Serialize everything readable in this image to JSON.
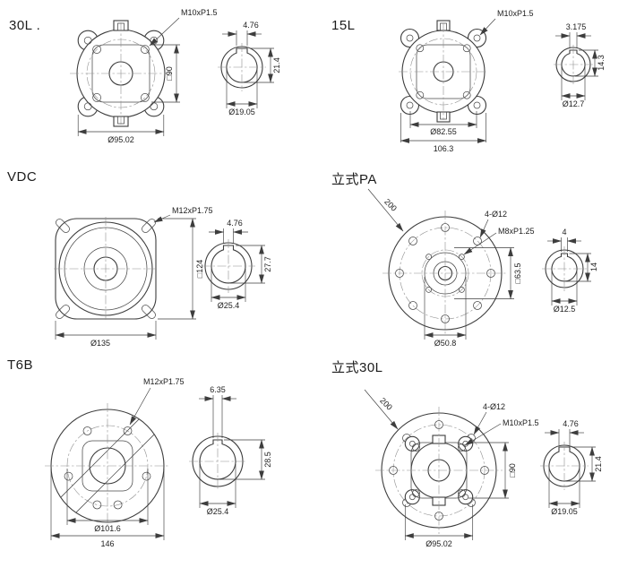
{
  "panels": [
    {
      "label": "30L .",
      "front": {
        "thread": "M10xP1.5",
        "square": "□90",
        "diameter": "Ø95.02"
      },
      "side": {
        "key": "4.76",
        "height": "21.4",
        "bore": "Ø19.05"
      }
    },
    {
      "label": "15L",
      "front": {
        "thread": "M10xP1.5",
        "bolt_circle": "Ø82.55",
        "width": "106.3"
      },
      "side": {
        "key": "3.175",
        "height": "14.3",
        "bore": "Ø12.7"
      }
    },
    {
      "label": "VDC",
      "front": {
        "thread": "M12xP1.75",
        "square": "□124",
        "diameter": "Ø135"
      },
      "side": {
        "key": "4.76",
        "height": "27.7",
        "bore": "Ø25.4"
      }
    },
    {
      "label": "立式PA",
      "front": {
        "outer": "200",
        "holes": "4-Ø12",
        "thread": "M8xP1.25",
        "square": "□63.5",
        "pilot": "Ø50.8"
      },
      "side": {
        "key": "4",
        "height": "14",
        "bore": "Ø12.5"
      }
    },
    {
      "label": "T6B",
      "front": {
        "thread": "M12xP1.75",
        "bolt_circle": "Ø101.6",
        "width": "146"
      },
      "side": {
        "key": "6.35",
        "height": "28.5",
        "bore": "Ø25.4"
      }
    },
    {
      "label": "立式30L",
      "front": {
        "outer": "200",
        "holes": "4-Ø12",
        "thread": "M10xP1.5",
        "square": "□90",
        "diameter": "Ø95.02"
      },
      "side": {
        "key": "4.76",
        "height": "21.4",
        "bore": "Ø19.05"
      }
    }
  ]
}
